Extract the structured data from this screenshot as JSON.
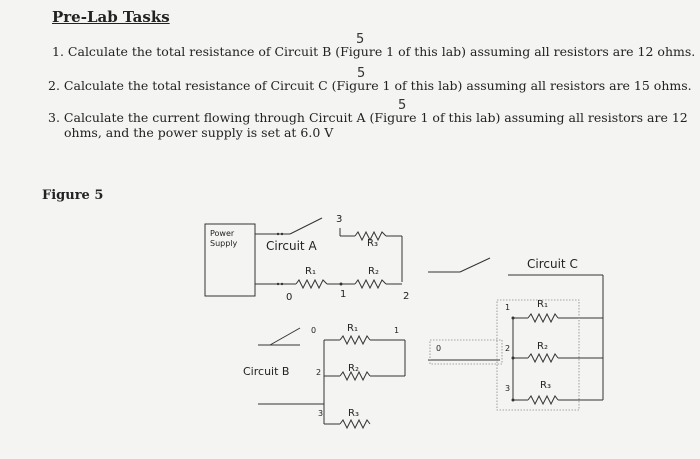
{
  "heading": "Pre-Lab Tasks",
  "tasks": [
    {
      "number": "1.",
      "text": "Calculate the total resistance of Circuit B (Figure 1 of this lab) assuming all resistors are 12 ohms."
    },
    {
      "number": "2.",
      "text": "Calculate the total resistance of Circuit C (Figure 1 of this lab) assuming all resistors are 15 ohms."
    },
    {
      "number": "3.",
      "text_line1": "Calculate the current flowing through Circuit A (Figure 1 of this lab) assuming all resistors are 12",
      "text_line2": "ohms, and the power supply is set at 6.0 V"
    }
  ],
  "handwritten_corrections": [
    "5",
    "5",
    "5"
  ],
  "figure_label": "Figure 5",
  "circuit_a": {
    "power_supply_label_1": "Power",
    "power_supply_label_2": "Supply",
    "name": "Circuit A",
    "r1": "R₁",
    "r2": "R₂",
    "r3": "R₃",
    "node_0": "0",
    "node_1": "1",
    "node_2": "2",
    "node_3": "3"
  },
  "circuit_b": {
    "name": "Circuit B",
    "r1": "R₁",
    "r2": "R₂",
    "r3": "R₃",
    "node_0": "0",
    "node_1": "1",
    "node_2": "2",
    "node_3": "3"
  },
  "circuit_c": {
    "name": "Circuit C",
    "r1": "R₁",
    "r2": "R₂",
    "r3": "R₃",
    "node_0": "0",
    "node_1": "1",
    "node_2": "2",
    "node_3": "3"
  }
}
